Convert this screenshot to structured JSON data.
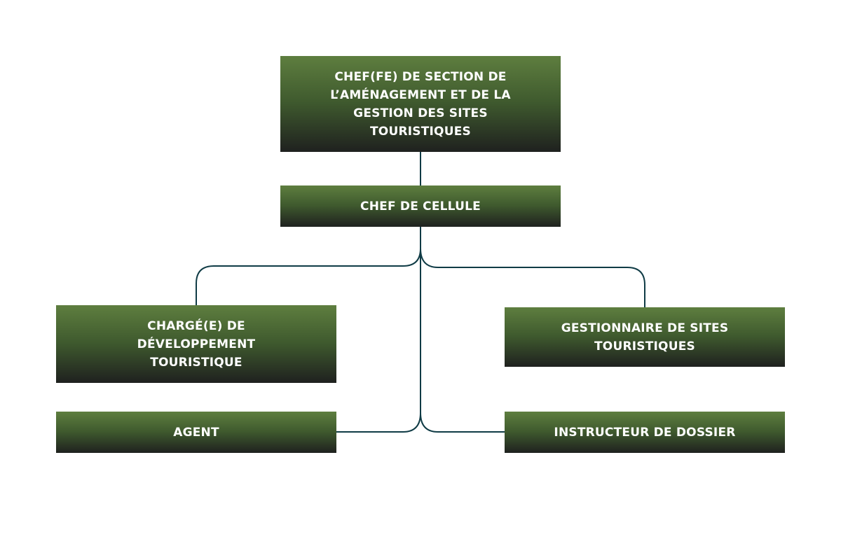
{
  "org_chart": {
    "connector_color": "#0f3b45",
    "box_gradient": [
      "#5e7e3f",
      "#3f5a2e",
      "#1f211f"
    ],
    "nodes": {
      "top": "CHEF(FE) DE SECTION DE L’AMÉNAGEMENT ET DE LA GESTION DES SITES TOURISTIQUES",
      "chef_cellule": "CHEF DE CELLULE",
      "charge_developpement": "CHARGÉ(E) DE DÉVELOPPEMENT TOURISTIQUE",
      "gestionnaire": "GESTIONNAIRE DE SITES TOURISTIQUES",
      "agent": "AGENT",
      "instructeur": "INSTRUCTEUR DE DOSSIER"
    }
  }
}
